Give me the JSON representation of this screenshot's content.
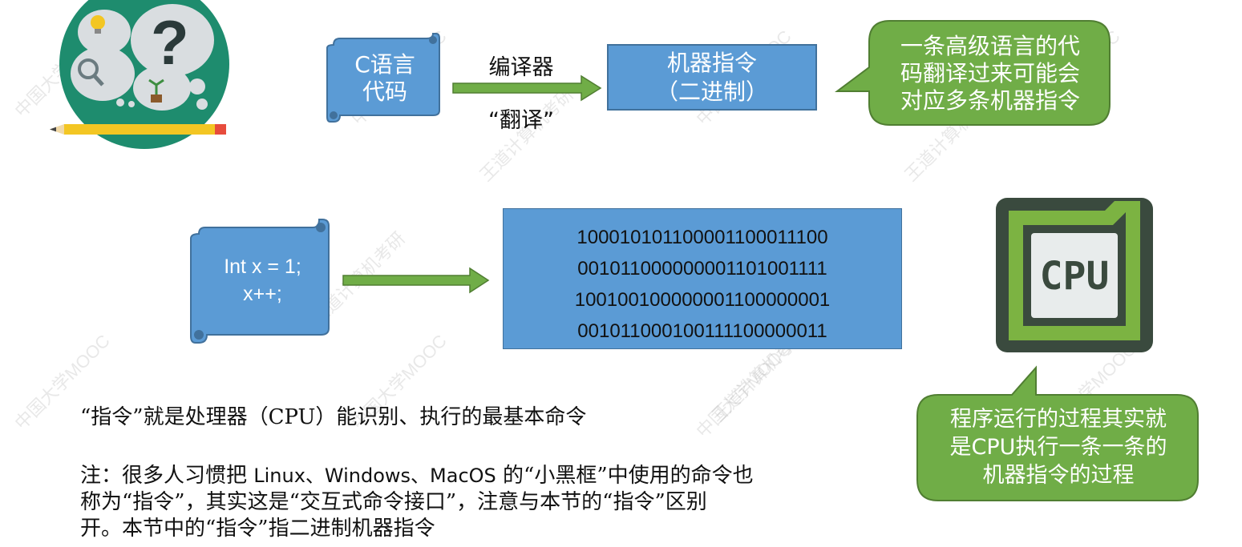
{
  "top_flow": {
    "source_lines": [
      "C语言",
      "代码"
    ],
    "arrow_label_top": "编译器",
    "arrow_label_bottom": "“翻译”",
    "target_lines": [
      "机器指令",
      "（二进制）"
    ],
    "callout_lines": [
      "一条高级语言的代",
      "码翻译过来可能会",
      "对应多条机器指令"
    ]
  },
  "middle_flow": {
    "code_lines": [
      "Int x = 1;",
      "x++;"
    ],
    "binary_lines": [
      "100010101100001100011100",
      "001011000000001101001111",
      "100100100000001100000001",
      "001011000100111100000011"
    ],
    "cpu_chip_text": "CPU",
    "callout_lines": [
      "程序运行的过程其实就",
      "是CPU执行一条一条的",
      "机器指令的过程"
    ]
  },
  "definition": "“指令”就是处理器（CPU）能识别、执行的最基本命令",
  "note": {
    "line1_a": "注：很多人习惯把 ",
    "line1_b": "Linux、Windows、MacOS",
    "line1_c": " 的“小黑框”中使用的命令也",
    "line2": "称为“指令”，其实这是“交互式命令接口”，注意与本节的“指令”区别",
    "line3": "开。本节中的“指令”指二进制机器指令"
  },
  "watermarks": [
    "中国大学MOOC",
    "王道计算机考研"
  ],
  "colors": {
    "blue": "#5b9bd5",
    "blue_border": "#41719c",
    "green": "#70ad47",
    "green_border": "#507e32",
    "chip_dark": "#3a4a3e",
    "chip_green": "#7cb342"
  }
}
